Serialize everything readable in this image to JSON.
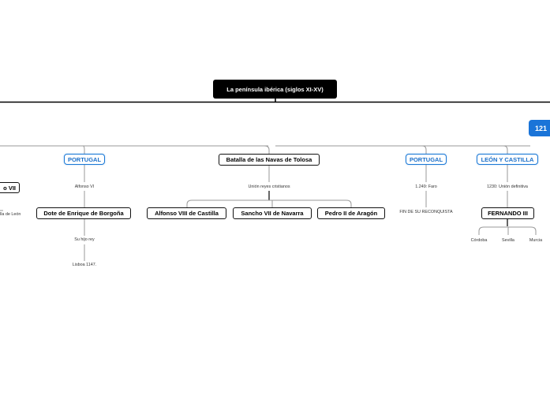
{
  "colors": {
    "root_bg": "#000000",
    "dark_border": "#111111",
    "accent_blue": "#1a78d6",
    "line_dark": "#000000",
    "line_light": "#999999"
  },
  "map": {
    "root": "La península ibérica (siglos XI-XV)",
    "partial_left_node": "o VII",
    "partial_left_text": "lla de León",
    "partial_right_node": "121",
    "portugal_left": {
      "title": "PORTUGAL",
      "t1": "Alfonso VI",
      "node": "Dote de Enrique de Borgoña",
      "t2": "Su hijo rey",
      "t3": "Lisboa 1147."
    },
    "navas": {
      "title": "Batalla de las Navas de Tolosa",
      "t1": "Unión reyes cristianos",
      "kings": [
        "Alfonso VIII de Castilla",
        "Sancho VII de Navarra",
        "Pedro II de Aragón"
      ]
    },
    "portugal_right": {
      "title": "PORTUGAL",
      "t1": "1.249: Faro",
      "t2": "FIN DE SU RECONQUISTA"
    },
    "leon_castilla": {
      "title": "LEÓN Y CASTILLA",
      "t1": "1230: Unión definitiva",
      "node": "FERNANDO III",
      "cities": [
        "Córdoba",
        "Sevilla",
        "Murcia"
      ]
    }
  }
}
